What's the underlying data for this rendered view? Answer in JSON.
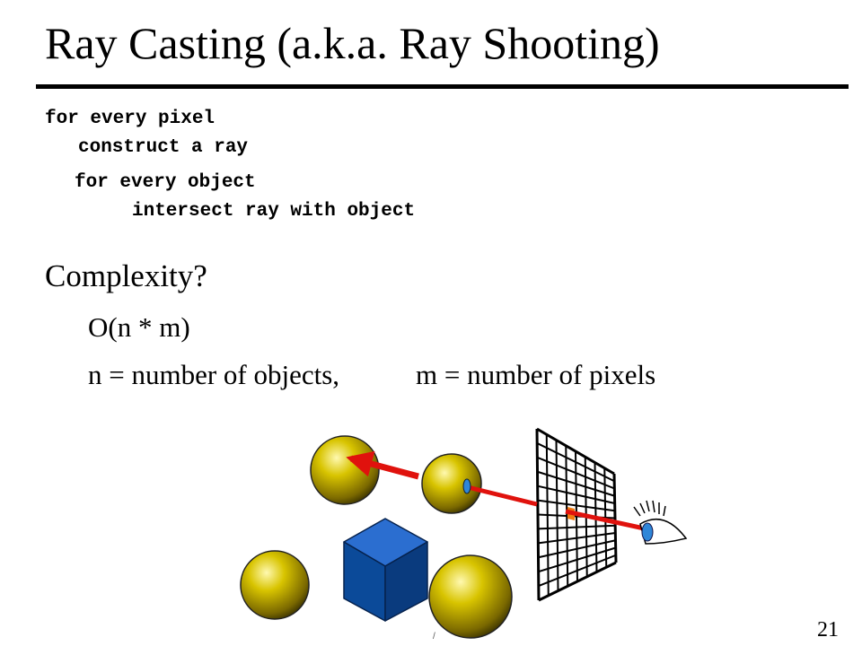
{
  "slide": {
    "title": "Ray Casting (a.k.a. Ray Shooting)",
    "number": "21"
  },
  "pseudocode": [
    "for every pixel",
    "construct a ray",
    "for every object",
    "intersect ray with object"
  ],
  "complexity": {
    "question": "Complexity?",
    "order": "O(n * m)",
    "n_definition": "n = number of objects,",
    "m_definition": "m = number of pixels"
  },
  "illustration": {
    "sphere_color": "#c7b400",
    "cube_color": "#0b4a99",
    "ray_color": "#e0120d",
    "pixel_highlight_color": "#f07a10",
    "eye_iris_color": "#2f86d8"
  }
}
